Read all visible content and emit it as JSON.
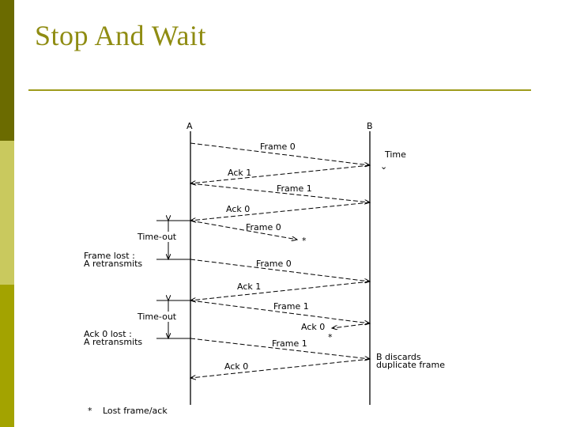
{
  "slide": {
    "title": "Stop And Wait",
    "accent_colors": {
      "bar_dark": "#6b6b00",
      "bar_light": "#c9c95e",
      "bar_mid": "#a3a300",
      "title": "#8f8c12"
    }
  },
  "diagram": {
    "station_a": "A",
    "station_b": "B",
    "time_label": "Time",
    "messages": {
      "frame0_a": "Frame 0",
      "ack1_a": "Ack 1",
      "frame1_a": "Frame 1",
      "ack0_a": "Ack 0",
      "frame0_lost": "Frame 0",
      "frame0_retx": "Frame 0",
      "ack1_b": "Ack 1",
      "frame1_b": "Frame 1",
      "ack0_lost": "Ack 0",
      "frame1_retx": "Frame 1",
      "ack0_b": "Ack 0"
    },
    "loss_marker": "*",
    "timeout_label": "Time-out",
    "frame_lost_line1": "Frame lost :",
    "frame_lost_line2": "A retransmits",
    "ack_lost_line1": "Ack 0 lost :",
    "ack_lost_line2": "A retransmits",
    "b_discards_line1": "B discards",
    "b_discards_line2": "duplicate frame",
    "legend_symbol": "*",
    "legend_text": "Lost frame/ack"
  }
}
